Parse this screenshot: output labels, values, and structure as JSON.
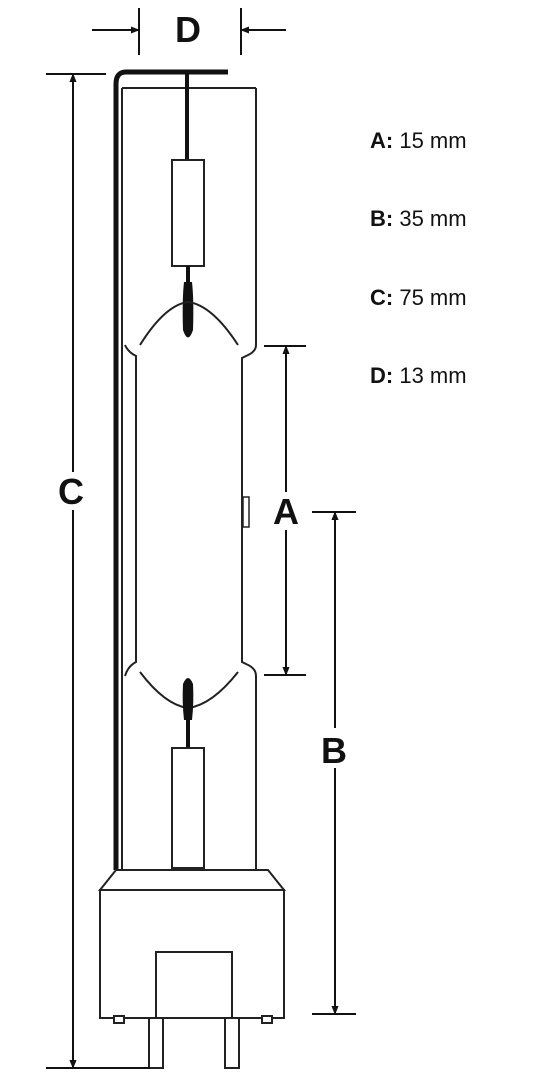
{
  "labels": {
    "a": "A",
    "b": "B",
    "c": "C",
    "d": "D"
  },
  "legend": [
    {
      "key": "A:",
      "value": "15 mm"
    },
    {
      "key": "B:",
      "value": "35 mm"
    },
    {
      "key": "C:",
      "value": "75 mm"
    },
    {
      "key": "D:",
      "value": "13 mm"
    }
  ]
}
